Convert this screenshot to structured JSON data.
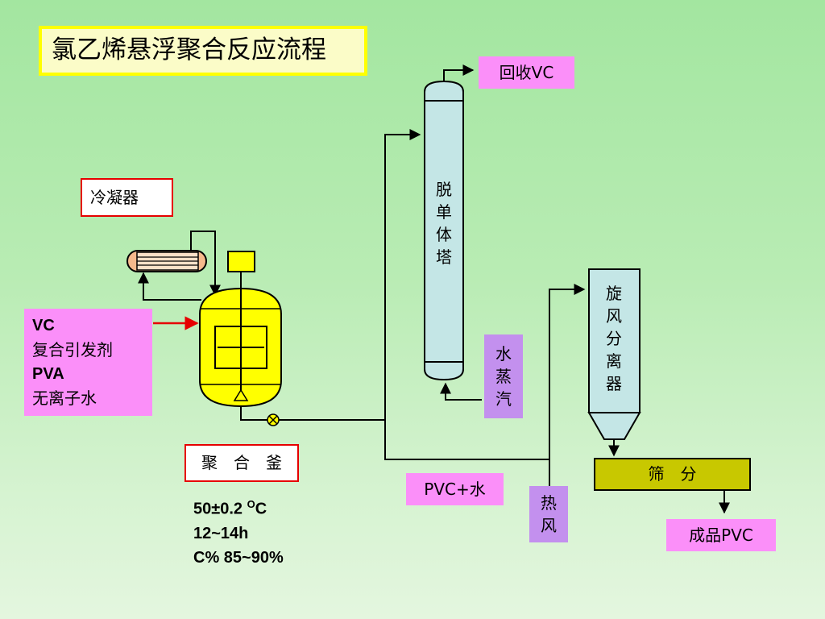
{
  "title": "氯乙烯悬浮聚合反应流程",
  "labels": {
    "recover_vc": "回收VC",
    "condenser": "冷凝器",
    "stripper": [
      "脱",
      "单",
      "体",
      "塔"
    ],
    "steam": [
      "水",
      "蒸",
      "汽"
    ],
    "cyclone": [
      "旋",
      "风",
      "分",
      "离",
      "器"
    ],
    "sieve": "筛　分",
    "product_pvc": "成品PVC",
    "hot_air": [
      "热",
      "风"
    ],
    "pvc_water": "PVC+水",
    "reactor": "聚　合　釜"
  },
  "feeds": [
    "VC",
    "复合引发剂",
    "PVA",
    "无离子水"
  ],
  "conditions": {
    "temp_prefix": "50±0.2 ",
    "temp_sup": "O",
    "temp_unit": "C",
    "time": "12~14h",
    "conversion": "C%  85~90%"
  },
  "colors": {
    "background_top": "#a3e6a0",
    "magenta_label": "#fb8ff9",
    "violet_label": "#c390ee",
    "reactor_yellow": "#ffff00",
    "column_fill": "#c4e6e6",
    "sieve_fill": "#c8c800",
    "red_border": "#e60000"
  }
}
